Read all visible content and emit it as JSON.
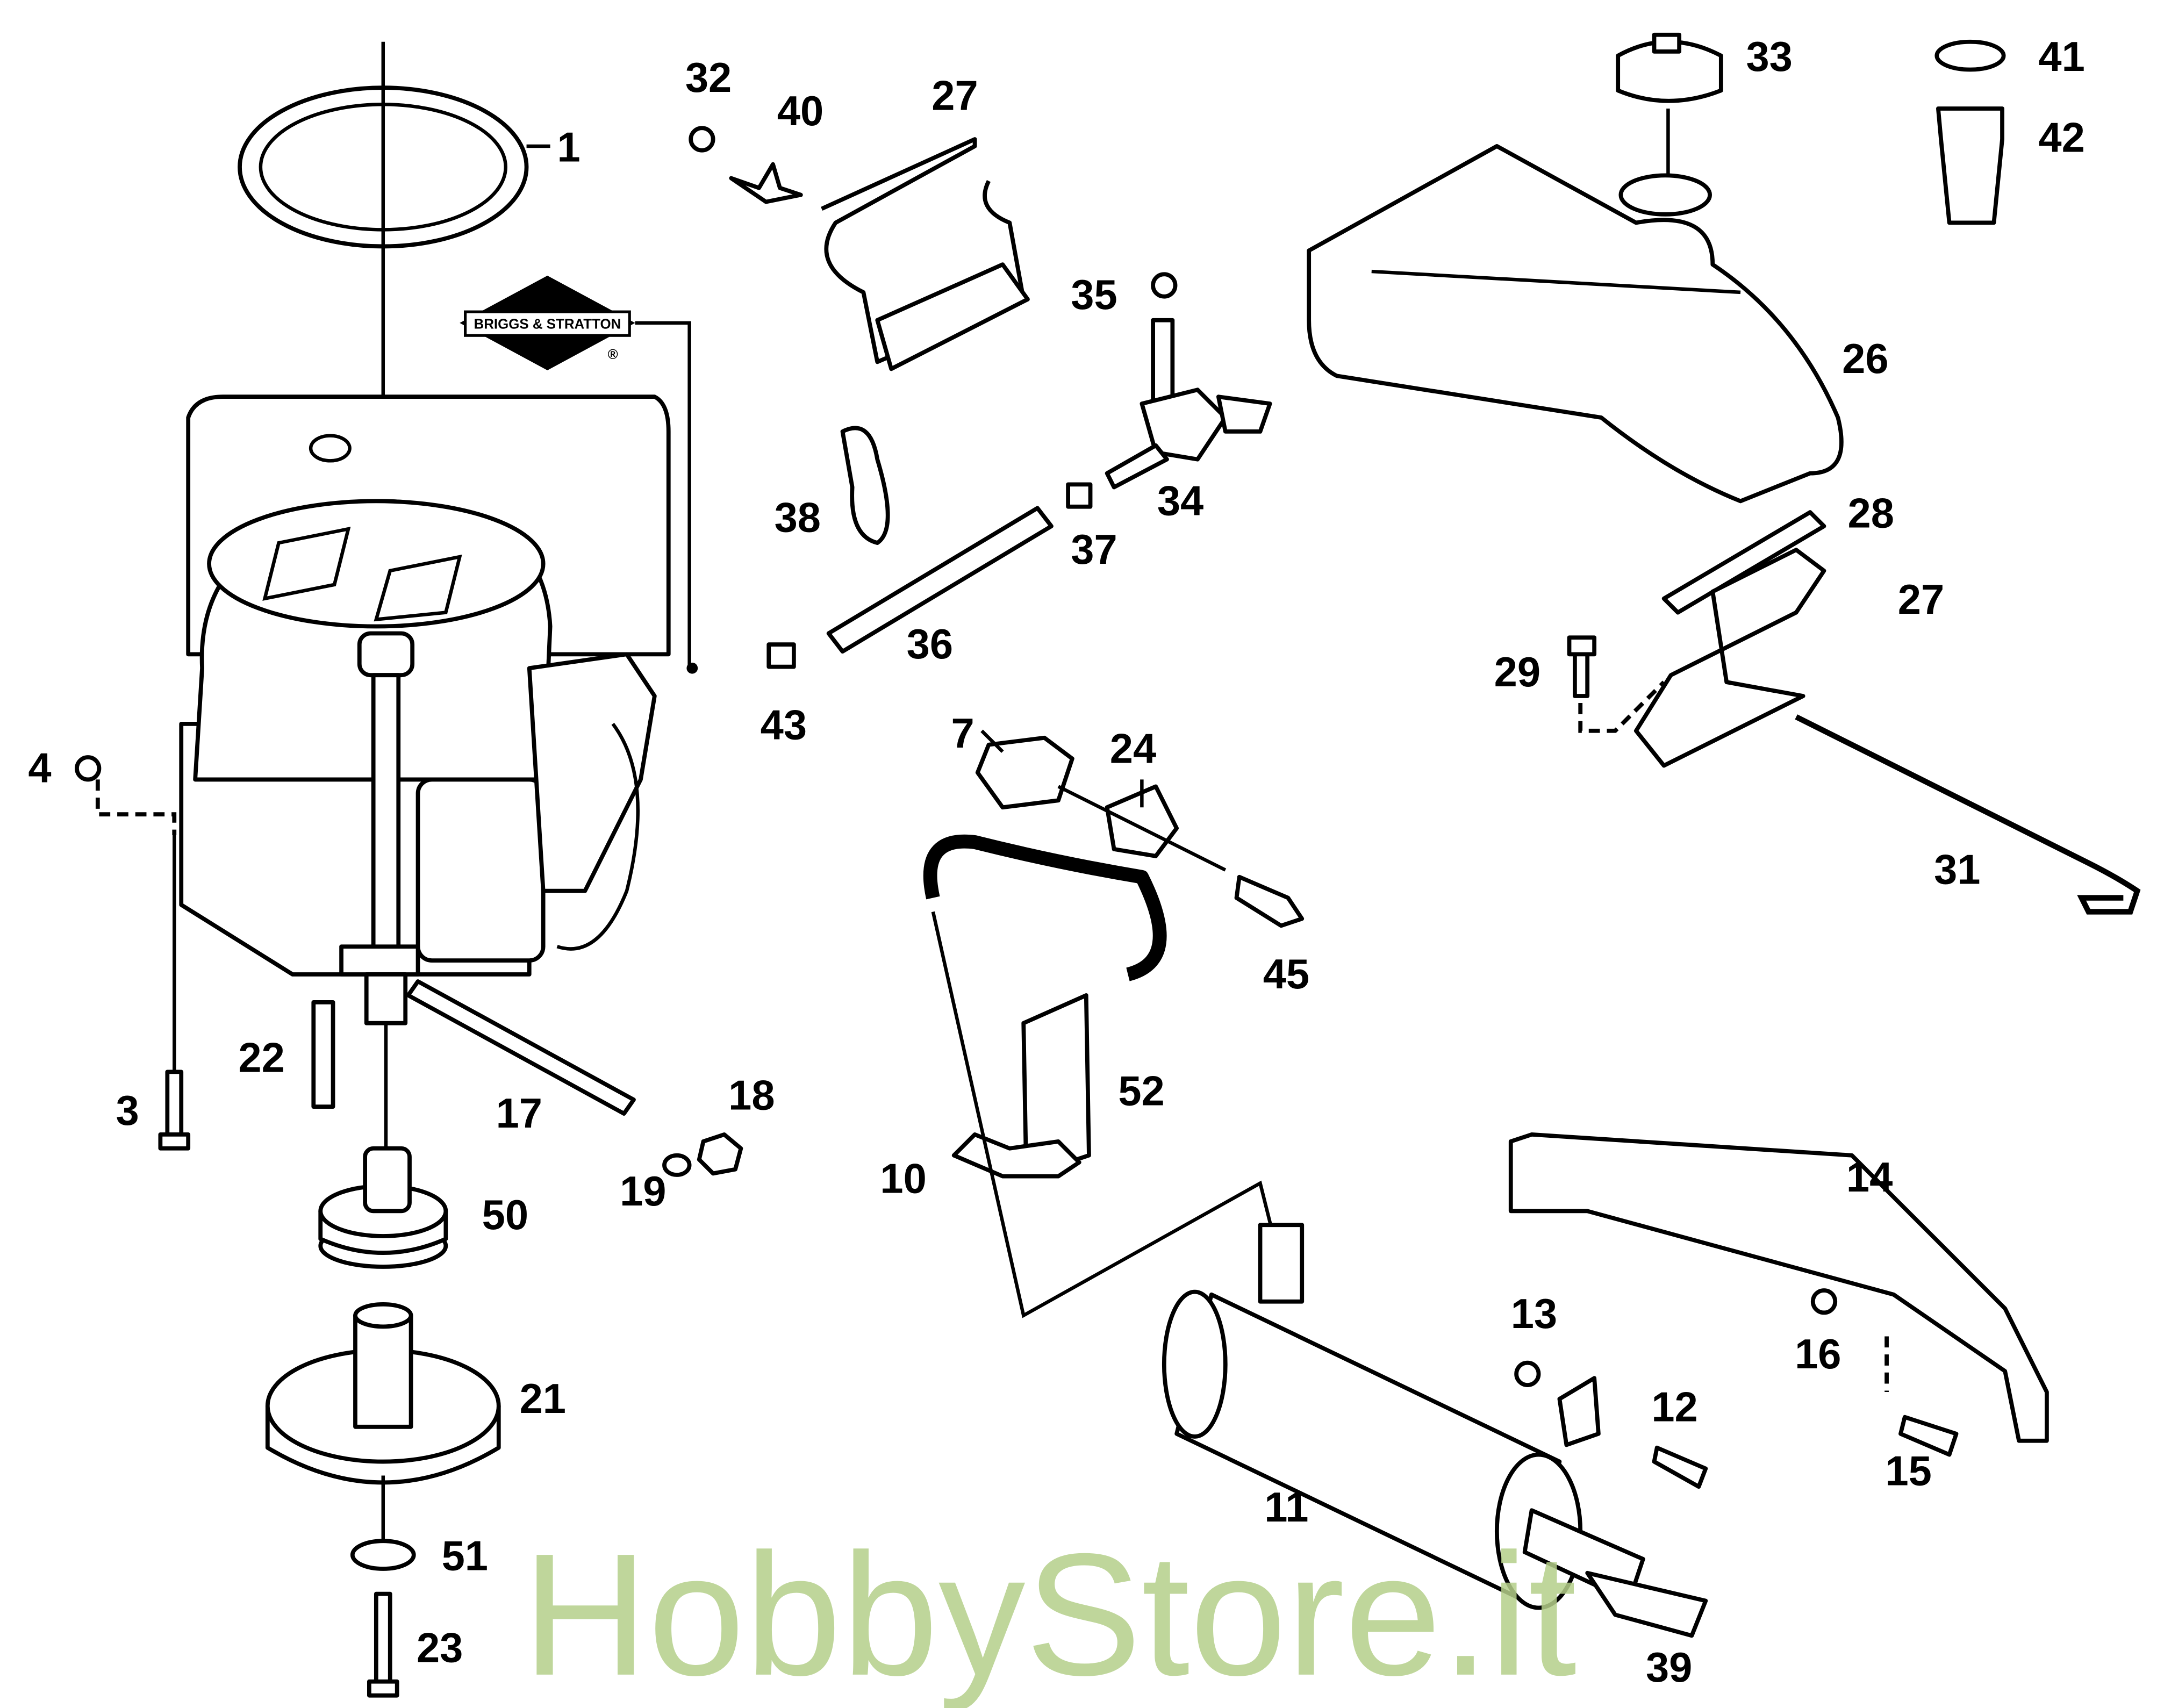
{
  "diagram": {
    "logo_text": "BRIGGS & STRATTON",
    "logo_mark": "®",
    "watermark": "HobbyStore.it",
    "part_labels": [
      "1",
      "32",
      "40",
      "27",
      "33",
      "41",
      "42",
      "35",
      "26",
      "38",
      "34",
      "37",
      "28",
      "36",
      "27",
      "29",
      "43",
      "4",
      "7",
      "24",
      "31",
      "45",
      "22",
      "3",
      "17",
      "18",
      "52",
      "19",
      "10",
      "50",
      "14",
      "13",
      "16",
      "12",
      "21",
      "11",
      "15",
      "51",
      "39",
      "23"
    ]
  }
}
